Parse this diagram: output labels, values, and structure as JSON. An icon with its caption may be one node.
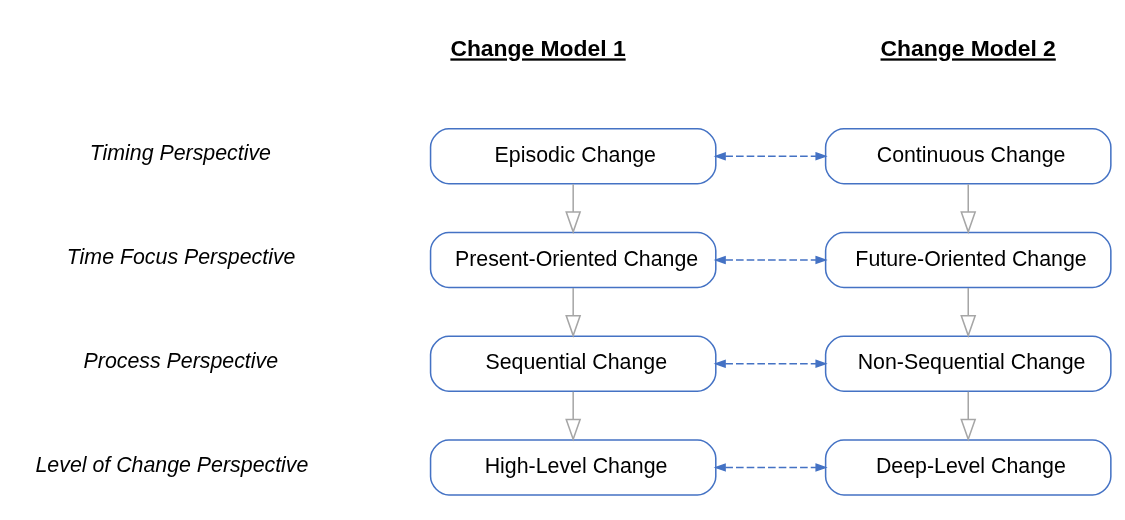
{
  "diagram": {
    "nodes": [
      {
        "text": [
          "Episodic Change"
        ]
      },
      {
        "text": [
          "Continuous Change"
        ]
      },
      {
        "text": [
          "Present-Oriented Change"
        ]
      },
      {
        "text": [
          "Future-Oriented Change"
        ]
      },
      {
        "text": [
          "Sequential Change"
        ]
      },
      {
        "text": [
          "Non-Sequential Change"
        ]
      },
      {
        "text": [
          "High-Level Change"
        ]
      },
      {
        "text": [
          "Deep-Level Change"
        ]
      }
    ],
    "edges": [
      {
        "from": 0,
        "to": 1,
        "arrow": "both",
        "style": "dashed",
        "color": "#4472c4"
      },
      {
        "from": 0,
        "to": 2,
        "arrow": "to"
      },
      {
        "from": 1,
        "to": 3,
        "arrow": "to"
      },
      {
        "from": 2,
        "to": 3,
        "arrow": "both",
        "style": "dashed",
        "color": "#4472c4"
      },
      {
        "from": 2,
        "to": 4,
        "arrow": "to"
      },
      {
        "from": 3,
        "to": 5,
        "arrow": "to"
      },
      {
        "from": 4,
        "to": 5,
        "arrow": "both",
        "style": "dashed",
        "color": "#4472c4"
      },
      {
        "from": 4,
        "to": 6,
        "arrow": "to"
      },
      {
        "from": 5,
        "to": 7,
        "arrow": "to"
      },
      {
        "from": 6,
        "to": 7,
        "arrow": "both",
        "style": "dashed",
        "color": "#4472c4"
      }
    ],
    "labels": [
      "Change Model 1",
      "Change Model 2",
      "Timing Perspective",
      "Time Focus Perspective",
      "Process Perspective",
      "Level of Change Perspective"
    ]
  }
}
